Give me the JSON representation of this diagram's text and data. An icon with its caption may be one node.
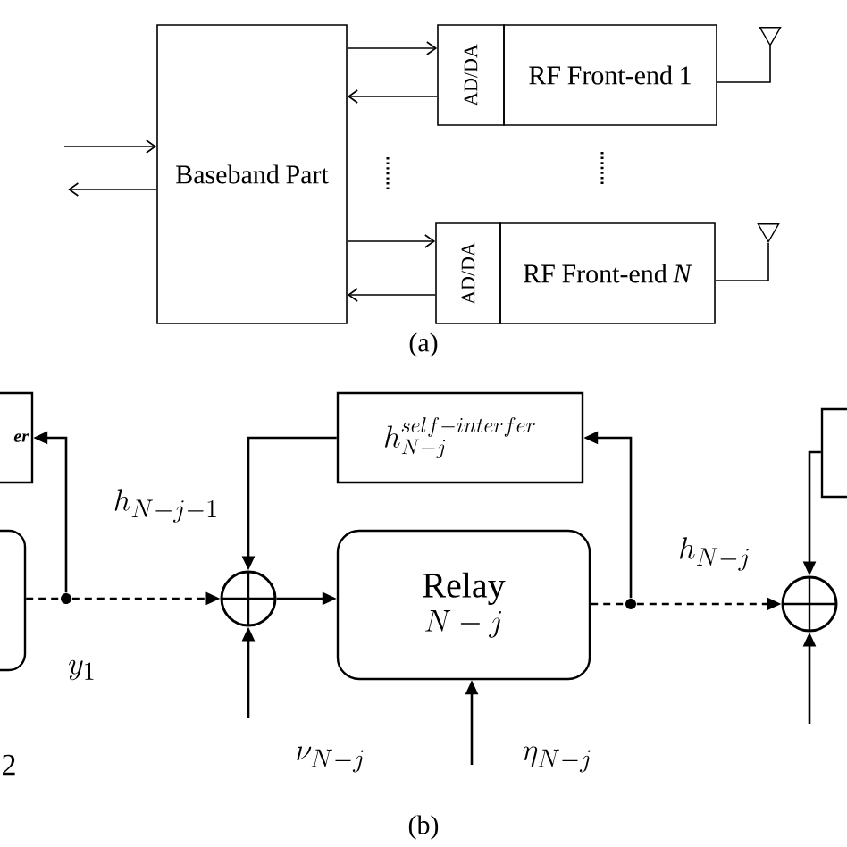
{
  "diagram": {
    "nodes": [
      {
        "text": [
          "Baseband Part"
        ]
      },
      {
        "text": [
          "AD/DA"
        ]
      },
      {
        "text": [
          "RF Front-end 1"
        ]
      },
      {
        "text": [
          "AD/DA"
        ]
      },
      {
        "text": [
          "RF Front-end *N*"
        ]
      },
      {
        "text": [],
        "shape": "antenna"
      },
      {
        "text": [],
        "shape": "antenna"
      },
      {
        "text": [
          "er"
        ]
      },
      {
        "text": [],
        "shape": "box"
      },
      {
        "text": [],
        "shape": "circle"
      },
      {
        "text": [
          "h_{N-j}^{self-interfer}"
        ]
      },
      {
        "text": [
          "Relay",
          "N-j"
        ]
      },
      {
        "text": [],
        "shape": "box"
      },
      {
        "text": [],
        "shape": "circle"
      },
      {
        "text": [],
        "shape": "dot"
      },
      {
        "text": [],
        "shape": "dot"
      }
    ],
    "edges": [
      {
        "from": null,
        "to": 0,
        "arrow": "to"
      },
      {
        "from": 0,
        "to": null,
        "arrow": "to"
      },
      {
        "from": 0,
        "to": 1,
        "arrow": "to"
      },
      {
        "from": 1,
        "to": 0,
        "arrow": "to"
      },
      {
        "from": 0,
        "to": 3,
        "arrow": "to"
      },
      {
        "from": 3,
        "to": 0,
        "arrow": "to"
      },
      {
        "from": 2,
        "to": 5,
        "arrow": "none"
      },
      {
        "from": 4,
        "to": 6,
        "arrow": "none"
      },
      {
        "from": 8,
        "to": 14,
        "arrow": "none",
        "style": "dashed"
      },
      {
        "from": 14,
        "to": 7,
        "arrow": "to"
      },
      {
        "from": 10,
        "to": 9,
        "arrow": "to"
      },
      {
        "from": null,
        "to": 9,
        "arrow": "to"
      },
      {
        "from": 9,
        "to": 11,
        "arrow": "to"
      },
      {
        "from": null,
        "to": 11,
        "arrow": "to"
      },
      {
        "from": 11,
        "to": 15,
        "arrow": "none",
        "style": "dashed"
      },
      {
        "from": 15,
        "to": 10,
        "arrow": "to"
      },
      {
        "from": 12,
        "to": 13,
        "arrow": "to"
      },
      {
        "from": null,
        "to": 13,
        "arrow": "to"
      },
      {
        "from": 14,
        "to": 9,
        "arrow": "to",
        "style": "dashed"
      },
      {
        "from": 15,
        "to": 13,
        "arrow": "to",
        "style": "dashed"
      }
    ],
    "labels": [
      "(a)",
      "h_{N-j-1}",
      "y_1",
      "2",
      "\\nu_{N-j}",
      "\\eta_{N-j}",
      "h_{N-j}",
      "(b)"
    ]
  }
}
